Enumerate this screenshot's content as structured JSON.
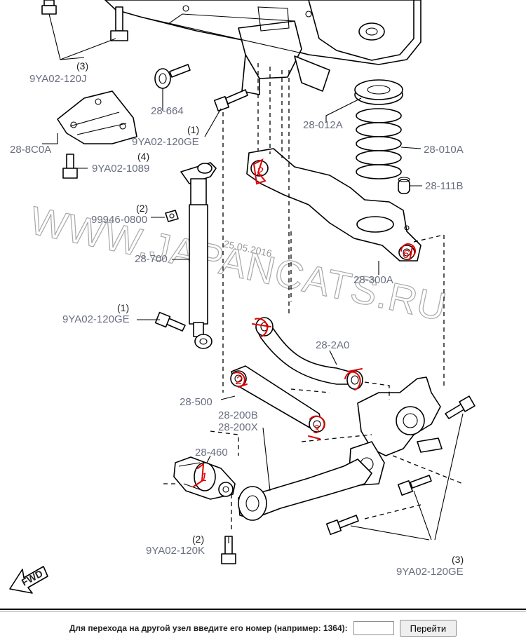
{
  "callouts": {
    "c9YA02_120J": "9YA02-120J",
    "c28_664": "28-664",
    "c28_8C0A": "28-8C0A",
    "c9YA02_120GE_a": "9YA02-120GE",
    "c9YA02_1089": "9YA02-1089",
    "c99946_0800": "99946-0800",
    "c28_700": "28-700",
    "c9YA02_120GE_b": "9YA02-120GE",
    "c28_012A": "28-012A",
    "c28_010A": "28-010A",
    "c28_111B": "28-111B",
    "c28_300A": "28-300A",
    "c28_2A0": "28-2A0",
    "c28_500": "28-500",
    "c28_200B": "28-200B",
    "c28_200X": "28-200X",
    "c28_460": "28-460",
    "c9YA02_120K": "9YA02-120K",
    "c9YA02_120GE_c": "9YA02-120GE"
  },
  "quantities": {
    "q120J": "(3)",
    "q120GE_a": "(1)",
    "q1089": "(4)",
    "q0800": "(2)",
    "q120GE_b": "(1)",
    "q120K": "(2)",
    "q120GE_c": "(3)"
  },
  "annotations": {
    "a1": "1",
    "a2": "2",
    "a3": "3",
    "a6": "6"
  },
  "watermark": {
    "text": "WWW.JAPANCATS.RU",
    "date": "25.05.2016"
  },
  "fwd_label": "FWD",
  "navigation": {
    "prompt": "Для перехода на другой узел введите его номер (например: 1364):",
    "input_value": "",
    "go_label": "Перейти"
  }
}
